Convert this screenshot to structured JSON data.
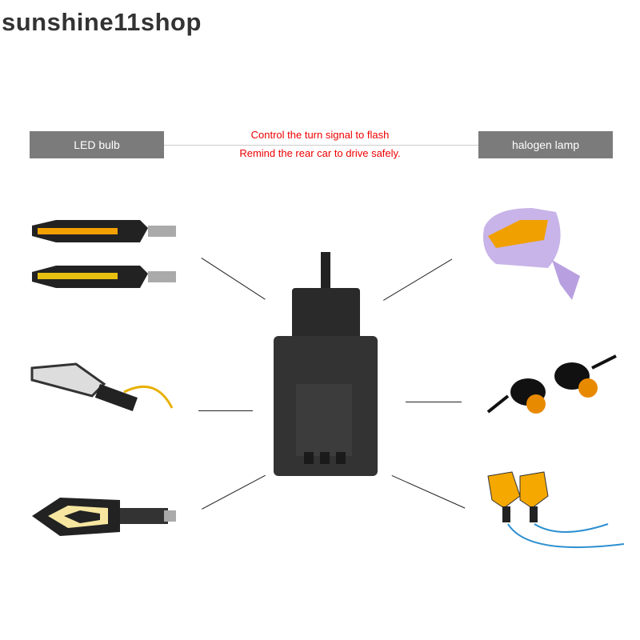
{
  "watermark": "sunshine11shop",
  "left_label": "LED bulb",
  "right_label": "halogen lamp",
  "caption_line1": "Control the turn signal to flash",
  "caption_line2": "Remind the rear car to drive safely.",
  "colors": {
    "label_bg": "#7b7b7b",
    "caption": "#e00000",
    "amber": "#f2a100"
  }
}
